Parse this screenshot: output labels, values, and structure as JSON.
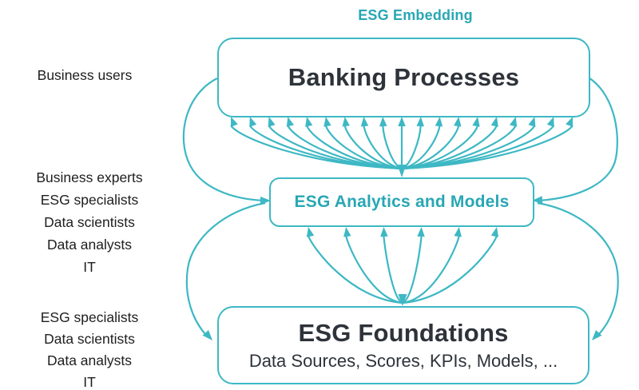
{
  "title": "ESG Embedding",
  "colors": {
    "teal": "#3db8c4",
    "teal_text": "#28a7b4",
    "dark_text": "#2e333a",
    "label_text": "#1e1e1e",
    "background": "#ffffff"
  },
  "left_labels": [
    {
      "lines": [
        "Business users"
      ]
    },
    {
      "lines": [
        "Business experts",
        "ESG specialists",
        "Data scientists",
        "Data analysts",
        "IT"
      ]
    },
    {
      "lines": [
        "ESG specialists",
        "Data scientists",
        "Data analysts",
        "IT"
      ]
    }
  ],
  "boxes": {
    "banking": {
      "title": "Banking Processes"
    },
    "analytics": {
      "title": "ESG Analytics and Models"
    },
    "foundations": {
      "title": "ESG Foundations",
      "subtitle": "Data Sources, Scores, KPIs, Models, ..."
    }
  },
  "arrows": {
    "fan_top": {
      "from": "ESG Analytics and Models",
      "to": "Banking Processes",
      "count": 19,
      "direction": "up"
    },
    "fan_middle": {
      "from": "ESG Foundations",
      "to": "ESG Analytics and Models",
      "count": 6,
      "direction": "up"
    },
    "side_arcs": [
      {
        "from": "Banking Processes",
        "to": "ESG Analytics and Models",
        "side": "left"
      },
      {
        "from": "Banking Processes",
        "to": "ESG Analytics and Models",
        "side": "right"
      },
      {
        "from": "ESG Analytics and Models",
        "to": "ESG Foundations",
        "side": "left",
        "bidirectional": true
      },
      {
        "from": "ESG Analytics and Models",
        "to": "ESG Foundations",
        "side": "right",
        "bidirectional": true
      }
    ]
  }
}
